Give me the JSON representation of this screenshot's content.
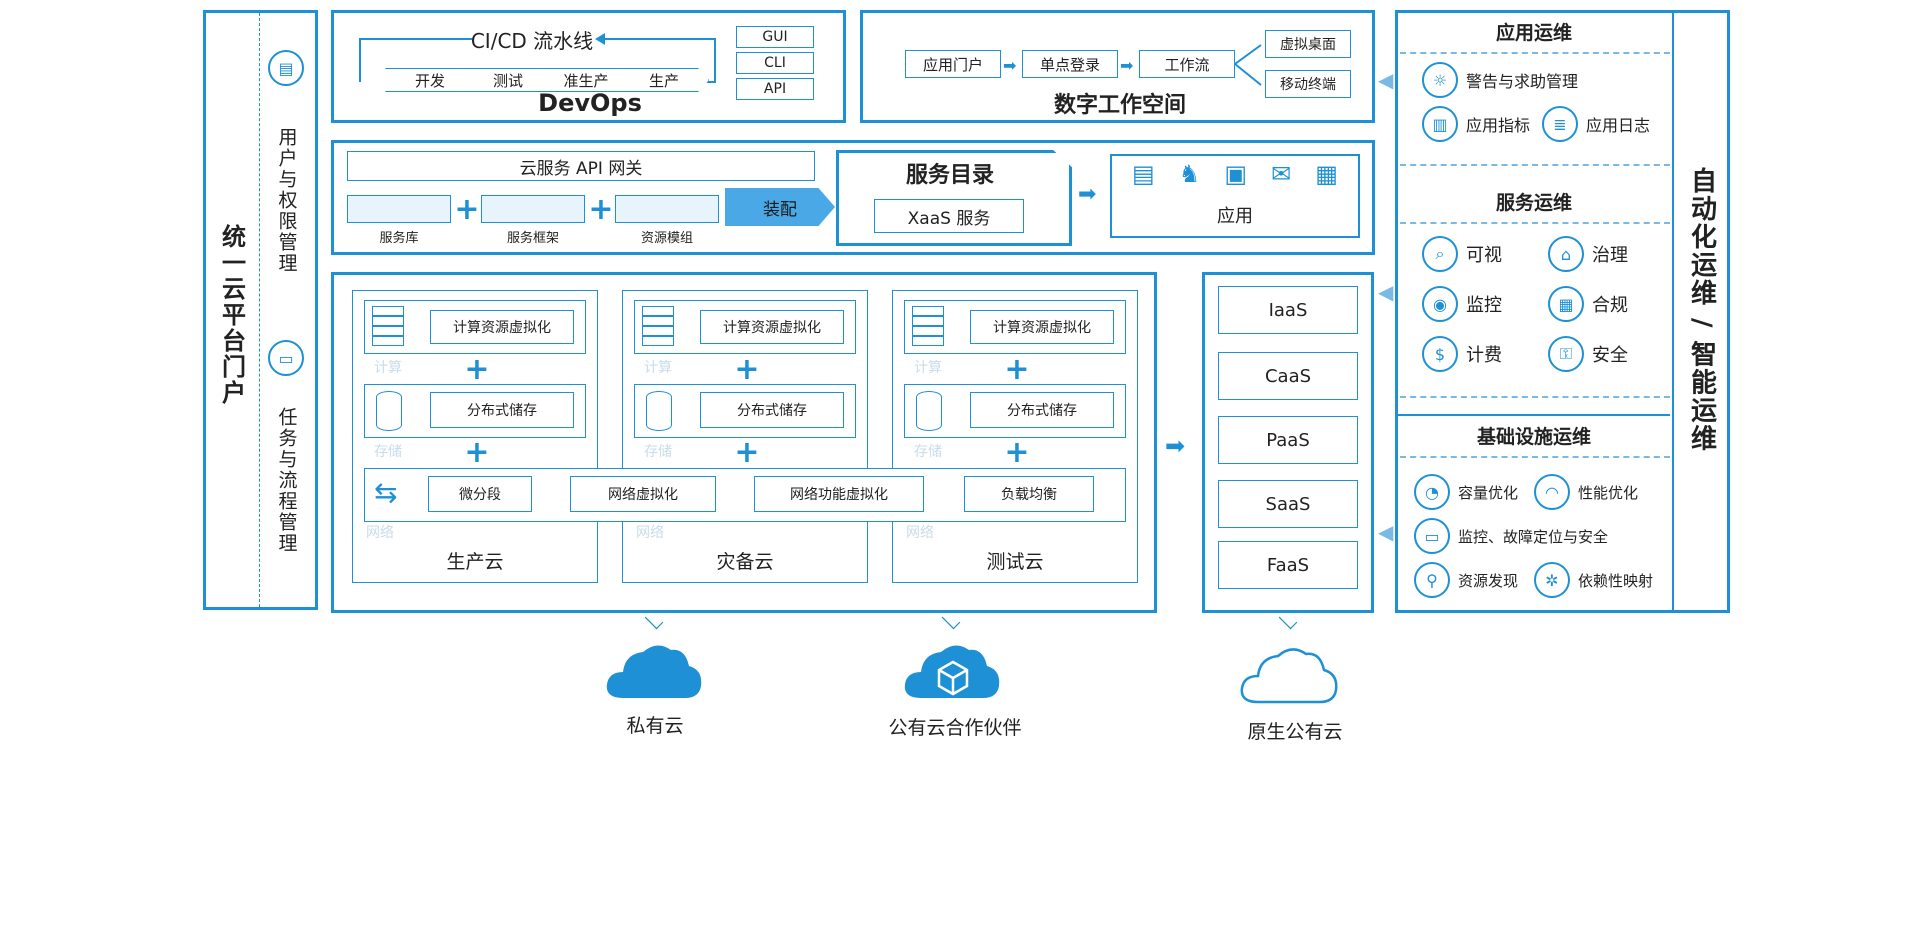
{
  "portal": {
    "title": "统一云平台门户",
    "items": [
      "用户与权限管理",
      "任务与流程管理"
    ]
  },
  "devops": {
    "cicd": "CI/CD 流水线",
    "stages": [
      "开发",
      "测试",
      "准生产",
      "生产"
    ],
    "interfaces": [
      "GUI",
      "CLI",
      "API"
    ],
    "title": "DevOps"
  },
  "workspace": {
    "flow": [
      "应用门户",
      "单点登录",
      "工作流"
    ],
    "targets": [
      "虚拟桌面",
      "移动终端"
    ],
    "title": "数字工作空间"
  },
  "services": {
    "gateway": "云服务 API 网关",
    "parts": [
      "服务库",
      "服务框架",
      "资源模组"
    ],
    "assemble": "装配",
    "catalog_title": "服务目录",
    "xaas": "XaaS 服务",
    "app": "应用"
  },
  "clouds": {
    "compute": "计算资源虚拟化",
    "storage": "分布式储存",
    "faint": [
      "计算",
      "存储",
      "网络"
    ],
    "network": [
      "微分段",
      "网络虚拟化",
      "网络功能虚拟化",
      "负载均衡"
    ],
    "names": [
      "生产云",
      "灾备云",
      "测试云"
    ]
  },
  "layers": [
    "IaaS",
    "CaaS",
    "PaaS",
    "SaaS",
    "FaaS"
  ],
  "ops": {
    "side_title": "自动化运维 / 智能运维",
    "app": {
      "title": "应用运维",
      "items": [
        "警告与求助管理",
        "应用指标",
        "应用日志"
      ]
    },
    "service": {
      "title": "服务运维",
      "items": [
        "可视",
        "治理",
        "监控",
        "合规",
        "计费",
        "安全"
      ]
    },
    "infra": {
      "title": "基础设施运维",
      "items": [
        "容量优化",
        "性能优化",
        "监控、故障定位与安全",
        "资源发现",
        "依赖性映射"
      ]
    }
  },
  "bottom": [
    "私有云",
    "公有云合作伙伴",
    "原生公有云"
  ],
  "colors": {
    "accent": "#1e90d6",
    "light": "#7ab8e6"
  }
}
